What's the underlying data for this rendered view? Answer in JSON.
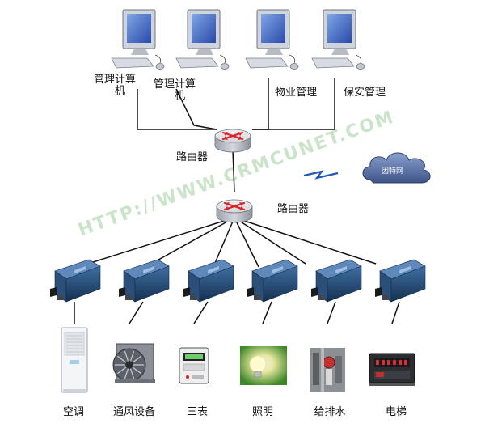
{
  "watermark": "HTTP://WWW.CRMCUNET.COM",
  "colors": {
    "line": "#111111",
    "router_top": "#e8e8ea",
    "router_side": "#b9bcc4",
    "arrow_red": "#d8232a",
    "cloud": "#5b6fa0",
    "converter": "#1d3b63",
    "converter_light": "#3d6a9c",
    "monitor": "#243a8a",
    "lightning": "#1f57b8"
  },
  "computers": [
    {
      "label_lines": [
        "管理计算",
        "机"
      ]
    },
    {
      "label_lines": [
        "管理计算",
        "机"
      ]
    },
    {
      "label_lines": [
        "物业管理"
      ]
    },
    {
      "label_lines": [
        "保安管理"
      ]
    }
  ],
  "routers": [
    {
      "label": "路由器"
    },
    {
      "label": "路由器"
    }
  ],
  "cloud": {
    "label": "因特网",
    "icon": "cloud-icon"
  },
  "converters": [
    {
      "icon": "serial-converter-icon"
    },
    {
      "icon": "serial-converter-icon"
    },
    {
      "icon": "serial-converter-icon"
    },
    {
      "icon": "serial-converter-icon"
    },
    {
      "icon": "serial-converter-icon"
    },
    {
      "icon": "serial-converter-icon"
    }
  ],
  "devices": [
    {
      "label": "空调",
      "icon": "air-conditioner-icon"
    },
    {
      "label": "通风设备",
      "icon": "ventilation-fan-icon"
    },
    {
      "label": "三表",
      "icon": "utility-meter-icon"
    },
    {
      "label": "照明",
      "icon": "light-bulb-icon"
    },
    {
      "label": "给排水",
      "icon": "water-pump-icon"
    },
    {
      "label": "电梯",
      "icon": "elevator-controller-icon"
    }
  ]
}
